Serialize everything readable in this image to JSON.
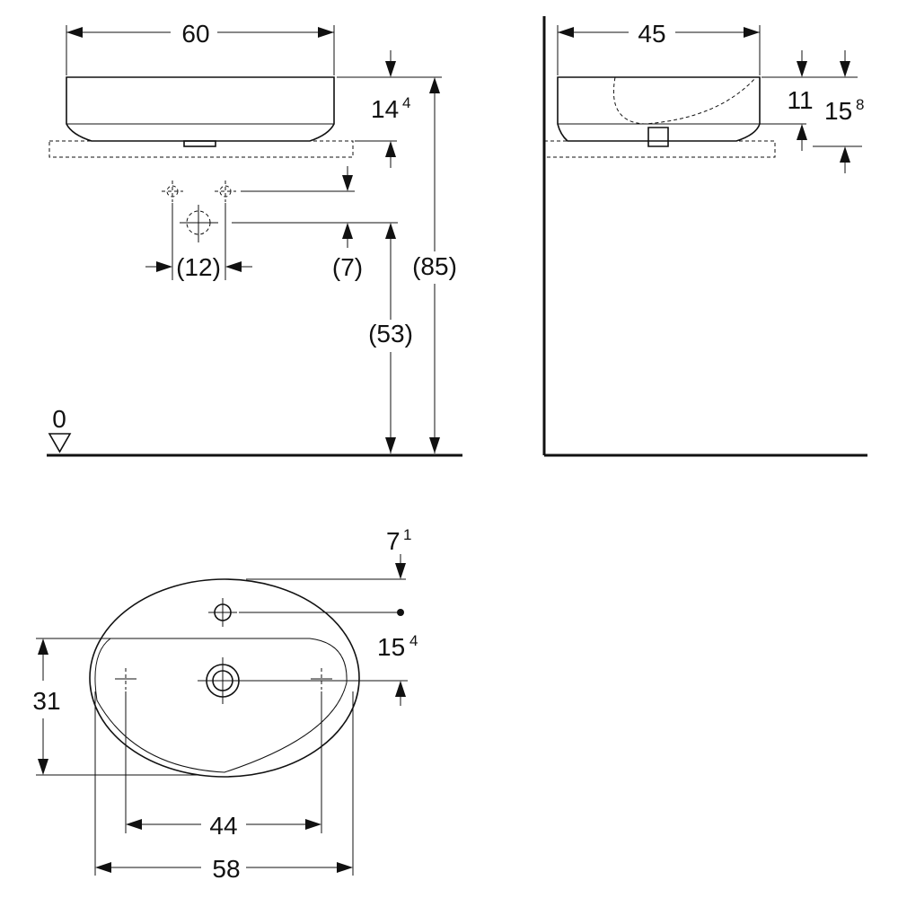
{
  "front_view": {
    "width": "60",
    "bowl_height": "14",
    "bowl_height_sup": "4",
    "tap_spacing": "(12)",
    "tap_drop": "(7)",
    "total_height": "(85)",
    "counter_height": "(53)",
    "floor_level": "0"
  },
  "side_view": {
    "depth": "45",
    "basin_depth": "11",
    "rim_height": "15",
    "rim_height_sup": "8"
  },
  "top_view": {
    "tap_offset": "7",
    "tap_offset_sup": "1",
    "drain_offset": "15",
    "drain_offset_sup": "4",
    "inner_depth": "31",
    "fixing_spacing": "44",
    "overall_width": "58"
  }
}
